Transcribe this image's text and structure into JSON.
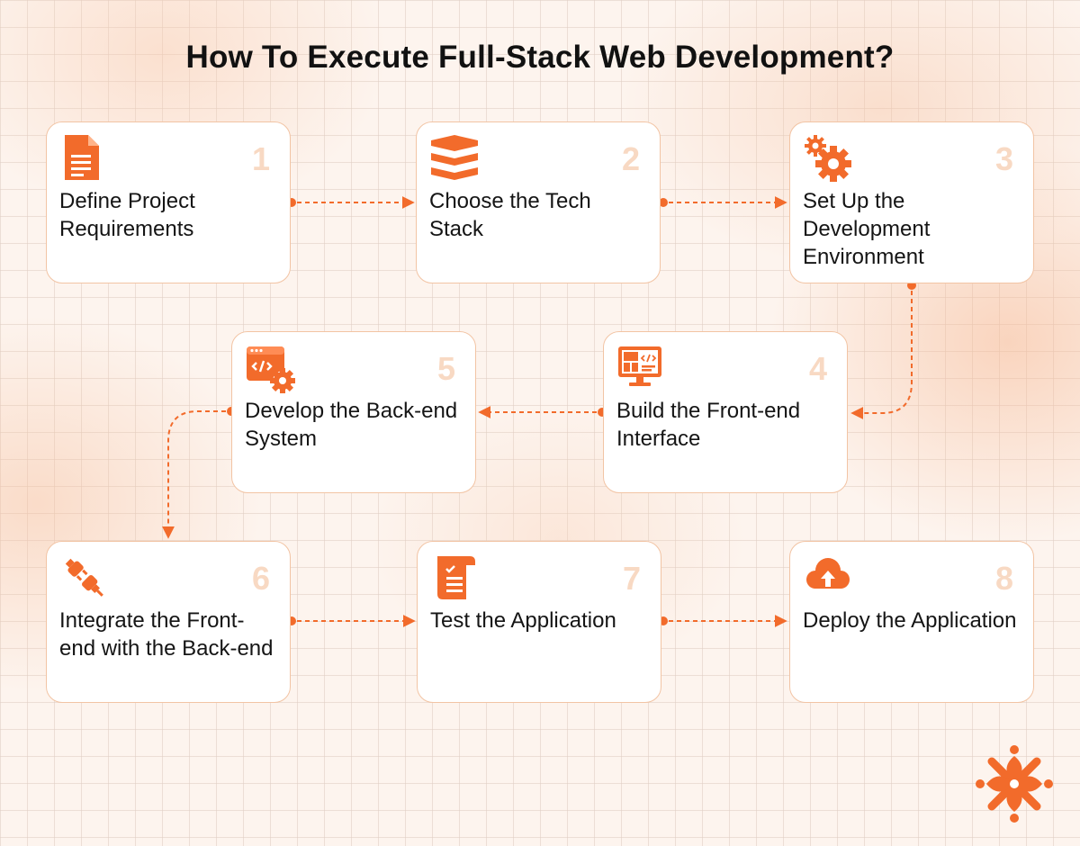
{
  "title": "How To Execute Full-Stack Web Development?",
  "accent_color": "#f26b2b",
  "number_color": "#f8d9c3",
  "steps": [
    {
      "number": "1",
      "label": "Define Project Requirements",
      "icon": "document-icon"
    },
    {
      "number": "2",
      "label": "Choose the Tech Stack",
      "icon": "stack-layers-icon"
    },
    {
      "number": "3",
      "label": "Set Up the Development Environment",
      "icon": "gears-icon"
    },
    {
      "number": "4",
      "label": "Build the Front-end Interface",
      "icon": "monitor-layout-icon"
    },
    {
      "number": "5",
      "label": "Develop the Back-end System",
      "icon": "code-window-gear-icon"
    },
    {
      "number": "6",
      "label": "Integrate the Front-end with the Back-end",
      "icon": "plug-icon"
    },
    {
      "number": "7",
      "label": "Test the Application",
      "icon": "checklist-icon"
    },
    {
      "number": "8",
      "label": "Deploy the Application",
      "icon": "cloud-upload-icon"
    }
  ],
  "flow": [
    "1-2",
    "2-3",
    "3-4",
    "4-5",
    "5-6",
    "6-7",
    "7-8"
  ],
  "logo": "brand-logo-icon"
}
